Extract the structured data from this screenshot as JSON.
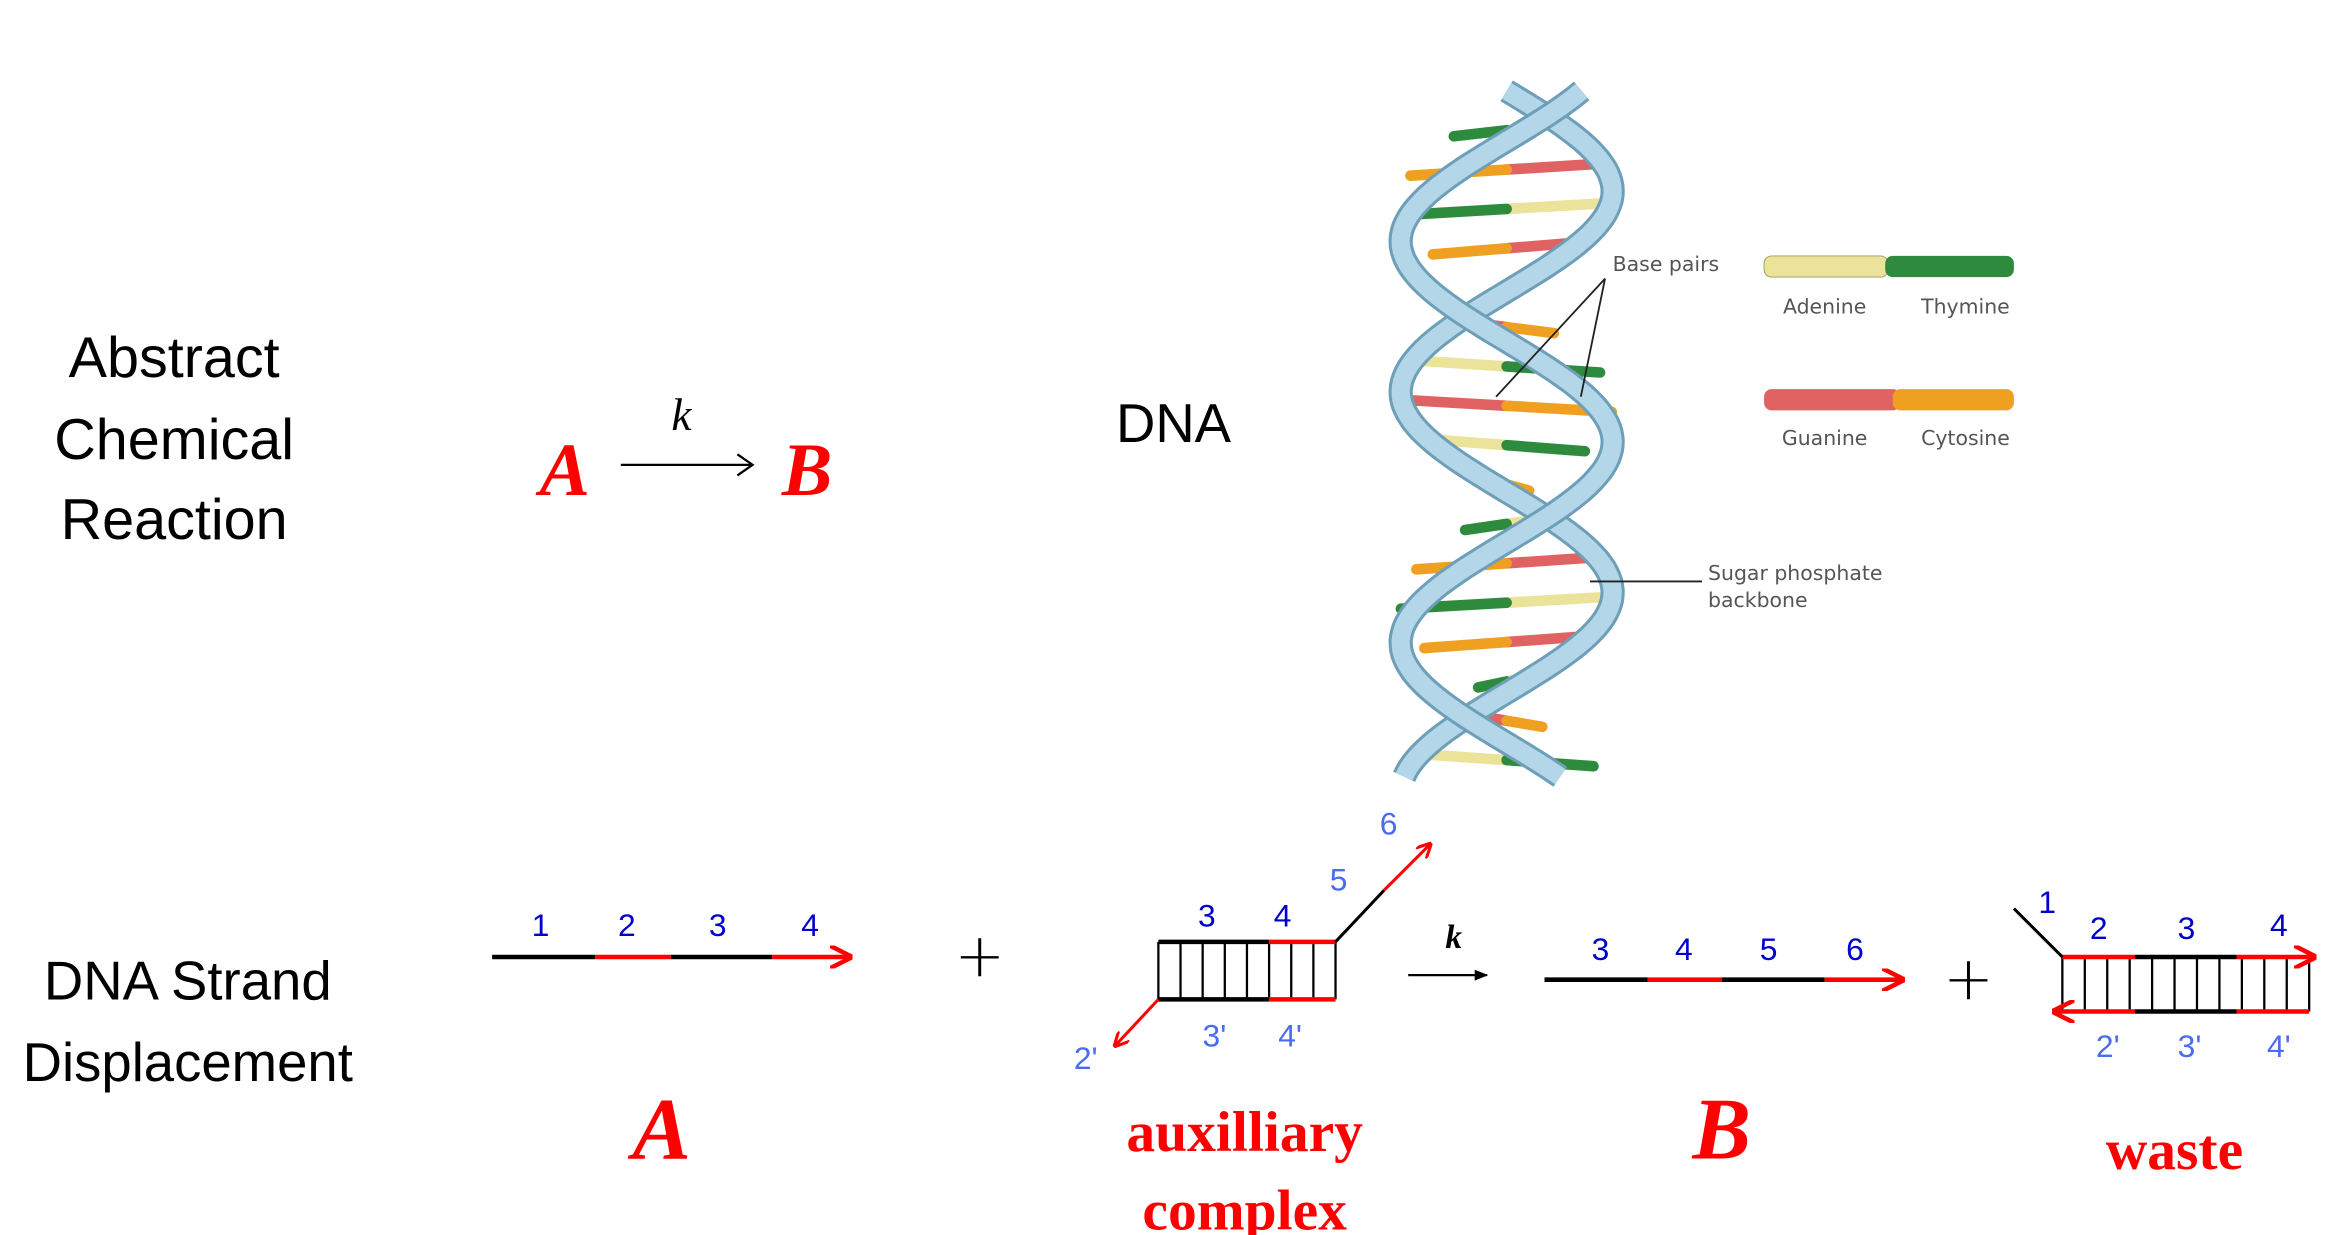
{
  "abstract": {
    "title_lines": [
      "Abstract",
      "Chemical",
      "Reaction"
    ],
    "reactant": "A",
    "rate": "k",
    "product": "B"
  },
  "dna": {
    "title": "DNA",
    "base_pairs_label": "Base pairs",
    "backbone_label_lines": [
      "Sugar phosphate",
      "backbone"
    ],
    "legend": [
      {
        "left": "Adenine",
        "right": "Thymine",
        "left_color": "#ece39a",
        "right_color": "#2e8b3e"
      },
      {
        "left": "Guanine",
        "right": "Cytosine",
        "left_color": "#e06262",
        "right_color": "#f0a020"
      }
    ],
    "colors": {
      "backbone": "#b3d6e8",
      "backbone_edge": "#6e9fb9"
    }
  },
  "strand_displacement": {
    "title_lines": [
      "DNA Strand",
      "Displacement"
    ],
    "plus": "+",
    "rate": "k",
    "strand_a": {
      "domains": [
        "1",
        "2",
        "3",
        "4"
      ],
      "label": "A"
    },
    "auxiliary": {
      "top_domains": [
        "3",
        "4"
      ],
      "bottom_domains": [
        "3'",
        "4'"
      ],
      "overhang_domains": [
        "5",
        "6"
      ],
      "bottom_overhang": "2'",
      "label_lines": [
        "auxilliary",
        "complex"
      ]
    },
    "strand_b": {
      "domains": [
        "3",
        "4",
        "5",
        "6"
      ],
      "label": "B"
    },
    "waste": {
      "tail": "1",
      "top_domains": [
        "2",
        "3",
        "4"
      ],
      "bottom_domains": [
        "2'",
        "3'",
        "4'"
      ],
      "label": "waste"
    },
    "colors": {
      "red": "#ff0000",
      "black": "#000000"
    }
  }
}
